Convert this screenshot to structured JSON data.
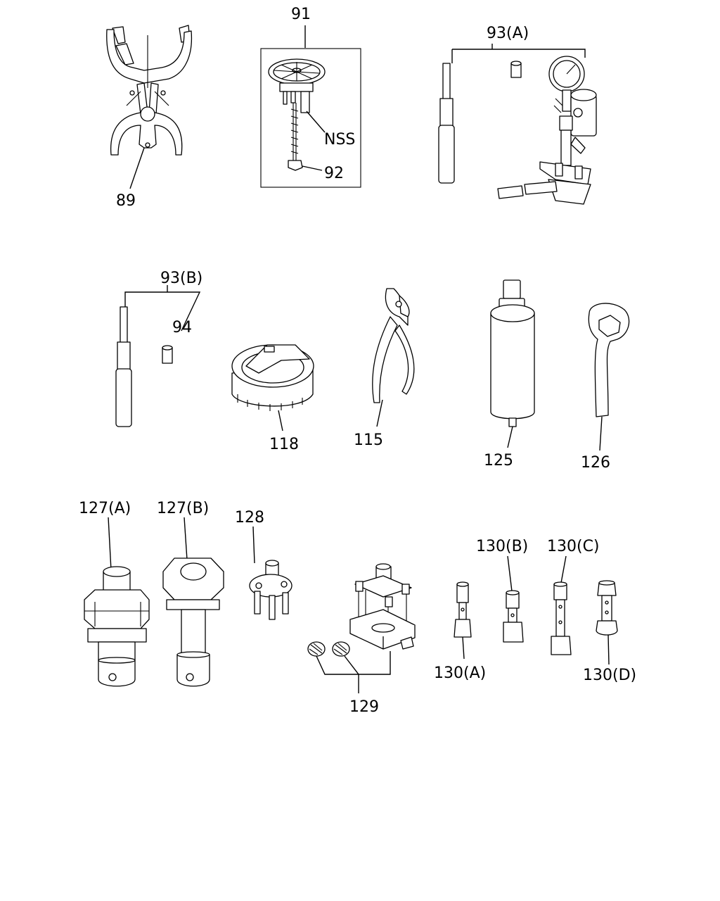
{
  "labels": {
    "p89": "89",
    "p91": "91",
    "p92": "92",
    "nss": "NSS",
    "p93a": "93(A)",
    "p93b": "93(B)",
    "p94": "94",
    "p118": "118",
    "p115": "115",
    "p125": "125",
    "p126": "126",
    "p127a": "127(A)",
    "p127b": "127(B)",
    "p128": "128",
    "p129": "129",
    "p130a": "130(A)",
    "p130b": "130(B)",
    "p130c": "130(C)",
    "p130d": "130(D)"
  }
}
